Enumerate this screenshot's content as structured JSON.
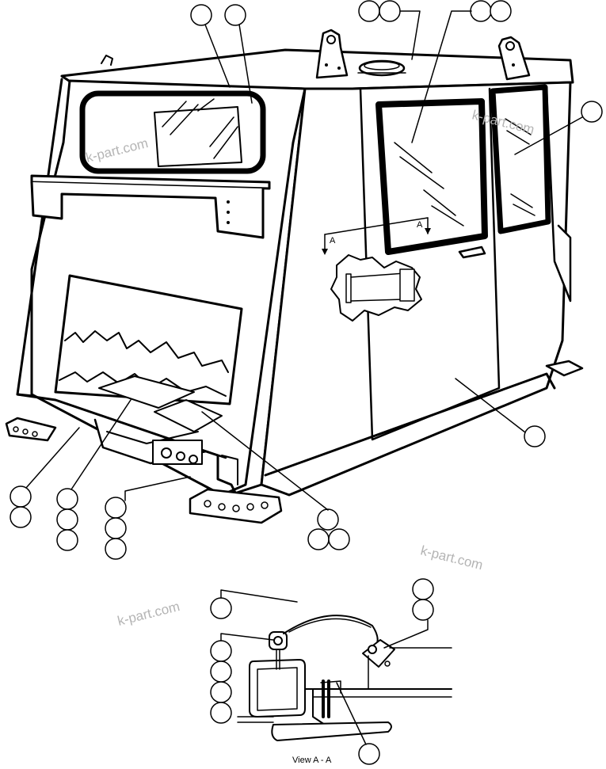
{
  "watermarks": [
    "k-part.com",
    "k-part.com",
    "k-part.com",
    "k-part.com"
  ],
  "section_marks": {
    "left": "A",
    "right": "A"
  },
  "detail_caption": "View A - A",
  "colors": {
    "ink": "#000000",
    "paper": "#ffffff",
    "watermark": "#b4b4b4"
  }
}
